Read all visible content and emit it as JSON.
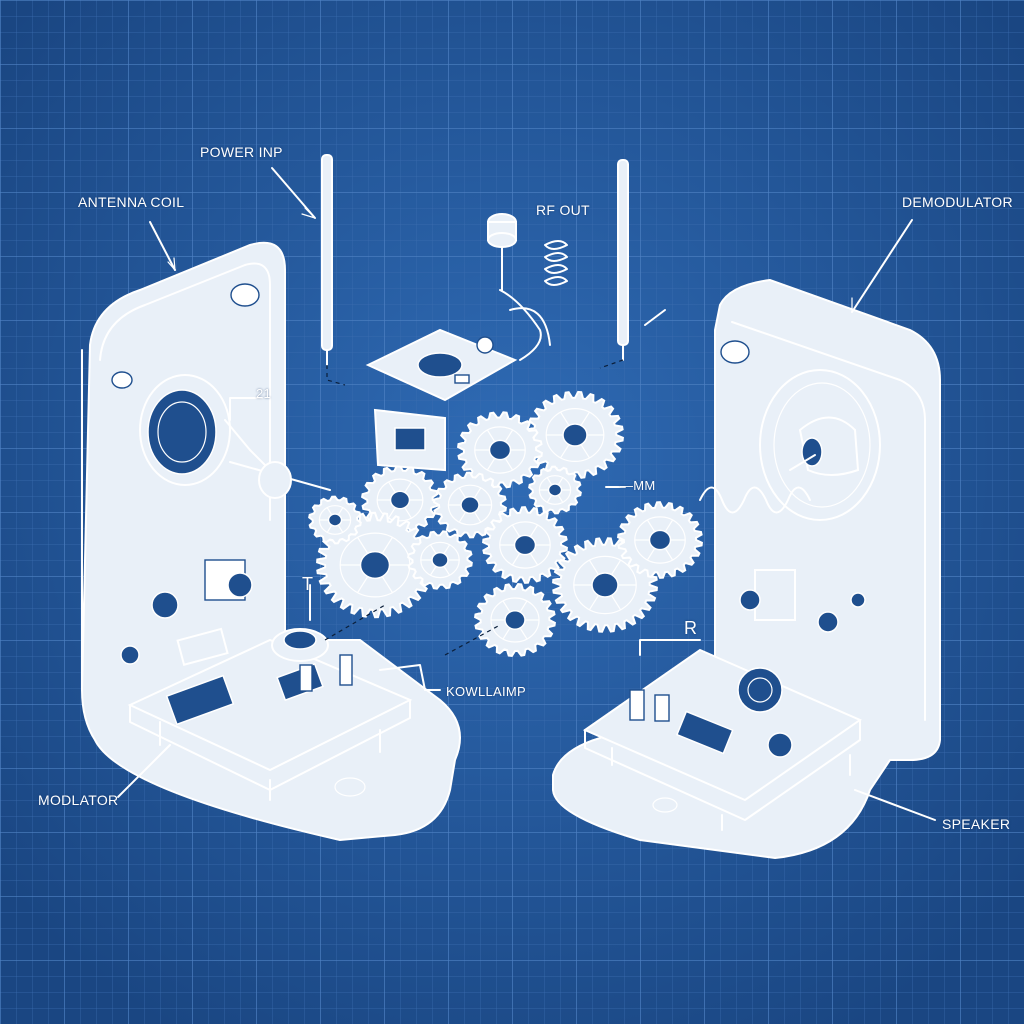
{
  "theme": {
    "background": "#1f4f8e",
    "grid_minor": "#3b6db0",
    "grid_major": "#4f82c4",
    "line": "#ffffff",
    "dark_line": "#0b1f3a"
  },
  "labels": {
    "power_inp": "POWER INP",
    "antenna_coil": "ANTENNA COIL",
    "rf_out": "RF OUT",
    "demodulator": "DEMODULATOR",
    "num_21": "21",
    "m_mm": "—MM",
    "kowllaimp": "KOWLLAIMP",
    "modlator": "MODLATOR",
    "speaker": "SPEAKER",
    "mark_t": "T",
    "mark_r": "R"
  }
}
